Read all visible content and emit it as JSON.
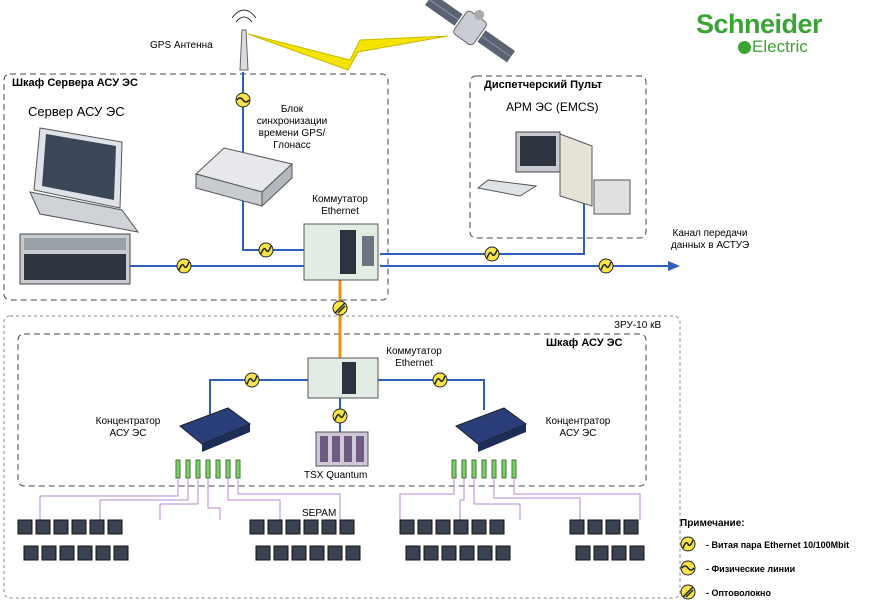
{
  "brand": {
    "line1": "Schneider",
    "line2": "Electric",
    "color": "#3aa335"
  },
  "labels": {
    "gps_antenna": "GPS Антенна",
    "server_cabinet": "Шкаф Сервера АСУ ЭС",
    "server": "Сервер АСУ ЭС",
    "sync_line1": "Блок",
    "sync_line2": "синхронизации",
    "sync_line3": "времени GPS/",
    "sync_line4": "Глонасс",
    "dispatch": "Диспетчерский Пульт",
    "arm": "АРМ ЭС (EMCS)",
    "switch_top_1": "Коммутатор",
    "switch_top_2": "Ethernet",
    "channel_1": "Канал передачи",
    "channel_2": "данных в АСТУЭ",
    "zru": "ЗРУ-10 кВ",
    "asu_cabinet": "Шкаф АСУ ЭС",
    "switch_bot_1": "Коммутатор",
    "switch_bot_2": "Ethernet",
    "conc_left_1": "Концентратор",
    "conc_left_2": "АСУ ЭС",
    "conc_right_1": "Концентратор",
    "conc_right_2": "АСУ ЭС",
    "tsx": "TSX Quantum",
    "sepam": "SEPAM"
  },
  "legend": {
    "title": "Примечание:",
    "items": [
      {
        "label": "- Витая пара Ethernet 10/100Mbit",
        "icon": "twisted-pair-icon"
      },
      {
        "label": "- Физические линии",
        "icon": "physical-line-icon"
      },
      {
        "label": "- Оптоволокно",
        "icon": "fiber-icon"
      }
    ]
  },
  "colors": {
    "ethernet": "#2e5fbf",
    "fiber": "#e8920f",
    "serial": "#b58ad6",
    "lightning": "#f5e400"
  }
}
